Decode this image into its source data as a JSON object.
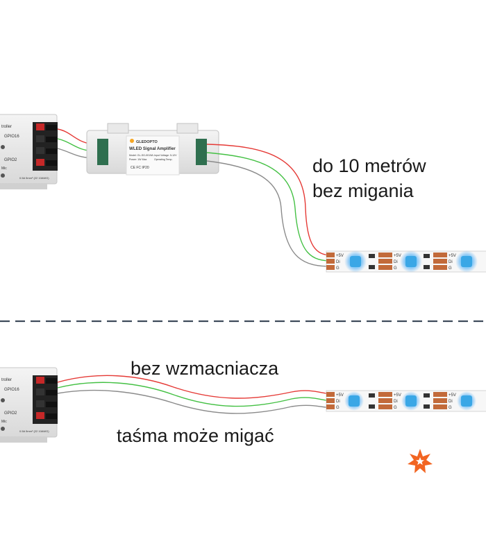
{
  "top": {
    "caption_line1": "do 10 metrów",
    "caption_line2": "bez migania",
    "controller": {
      "title": "troller",
      "gpio_a": "GPIO16",
      "gpio_b": "GPIO2",
      "mic": "Mic",
      "footer": "0.5A 5mm² (22 10AWG)"
    },
    "amplifier": {
      "brand": "GLEDOPTO",
      "title": "WLED Signal Amplifier",
      "spec1": "Model: GL-SG-001WL",
      "spec2": "Input Voltage: 5-12V",
      "spec3": "Power: 1W Max",
      "spec4": "Operating Temp.",
      "marks": "CE  FC  IP20"
    },
    "strip_pad": {
      "v": "+5V",
      "d": "Di",
      "g": "G"
    }
  },
  "bottom": {
    "caption_line1": "bez wzmacniacza",
    "caption_line2": "taśma może migać",
    "controller": {
      "title": "troller",
      "gpio_a": "GPIO16",
      "gpio_b": "GPIO2",
      "mic": "Mic",
      "footer": "0.5A 5mm² (22 10AWG)"
    },
    "strip_pad": {
      "v": "+5V",
      "d": "Di",
      "g": "G"
    }
  },
  "colors": {
    "wire_red": "#e53935",
    "wire_green": "#43c043",
    "wire_gray": "#8a8a8a",
    "led": "#3aa7e6",
    "led_glow": "#9fd8ff",
    "divider": "#3e4b5a",
    "star": "#f26522"
  }
}
